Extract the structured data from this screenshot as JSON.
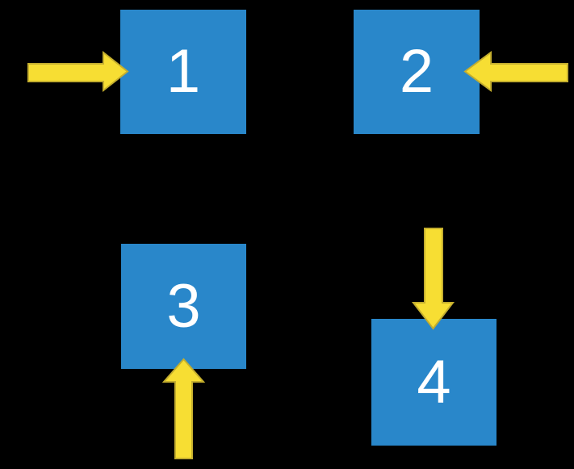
{
  "diagram": {
    "description": "Four numbered blue squares on a black background, each indicated by a yellow block arrow pointing at it from a different direction",
    "colors": {
      "background": "#000000",
      "square": "#2987CA",
      "arrow_fill": "#F7DE33",
      "arrow_stroke": "#C4AE2E",
      "label": "#FFFFFF"
    },
    "boxes": [
      {
        "label": "1",
        "arrow_direction": "right",
        "arrow_enters_from": "left side"
      },
      {
        "label": "2",
        "arrow_direction": "left",
        "arrow_enters_from": "right side"
      },
      {
        "label": "3",
        "arrow_direction": "up",
        "arrow_enters_from": "bottom side"
      },
      {
        "label": "4",
        "arrow_direction": "down",
        "arrow_enters_from": "top side"
      }
    ]
  }
}
